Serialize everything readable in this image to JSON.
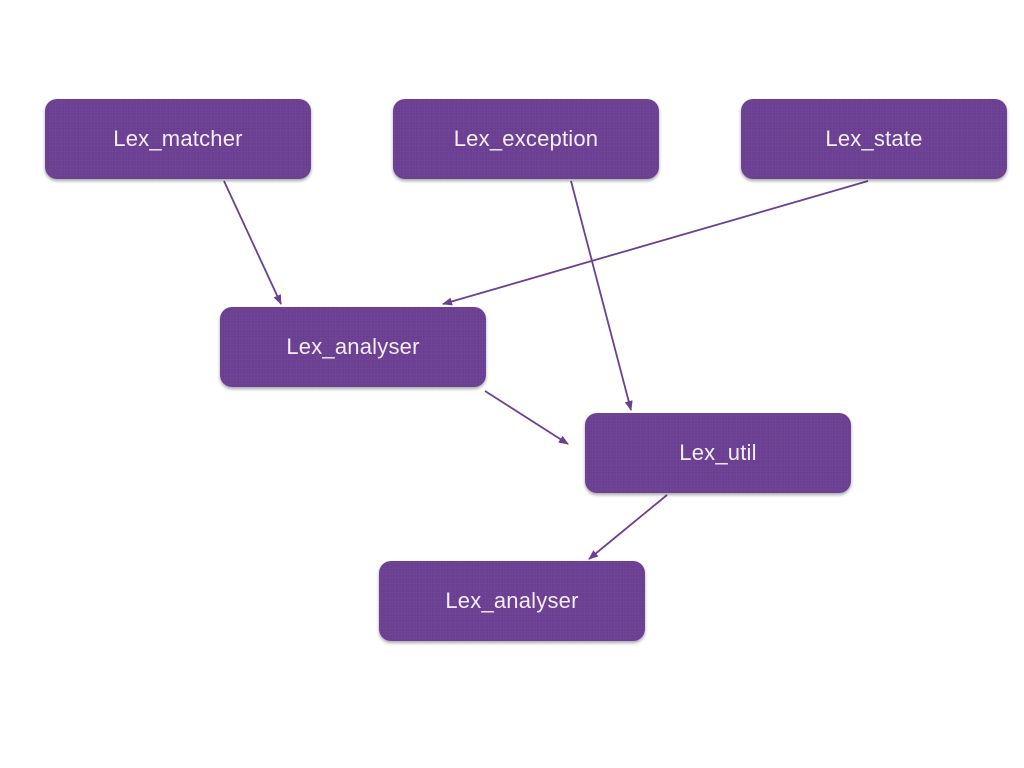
{
  "diagram": {
    "accent_color": "#6b3f92",
    "edge_color": "#6b3f92",
    "nodes": [
      {
        "id": "lex-matcher",
        "label": "Lex_matcher"
      },
      {
        "id": "lex-exception",
        "label": "Lex_exception"
      },
      {
        "id": "lex-state",
        "label": "Lex_state"
      },
      {
        "id": "lex-analyser-1",
        "label": "Lex_analyser"
      },
      {
        "id": "lex-util",
        "label": "Lex_util"
      },
      {
        "id": "lex-analyser-2",
        "label": "Lex_analyser"
      }
    ],
    "edges": [
      {
        "from": "lex-matcher",
        "to": "lex-analyser-1"
      },
      {
        "from": "lex-state",
        "to": "lex-analyser-1"
      },
      {
        "from": "lex-exception",
        "to": "lex-util"
      },
      {
        "from": "lex-analyser-1",
        "to": "lex-util"
      },
      {
        "from": "lex-util",
        "to": "lex-analyser-2"
      }
    ]
  }
}
